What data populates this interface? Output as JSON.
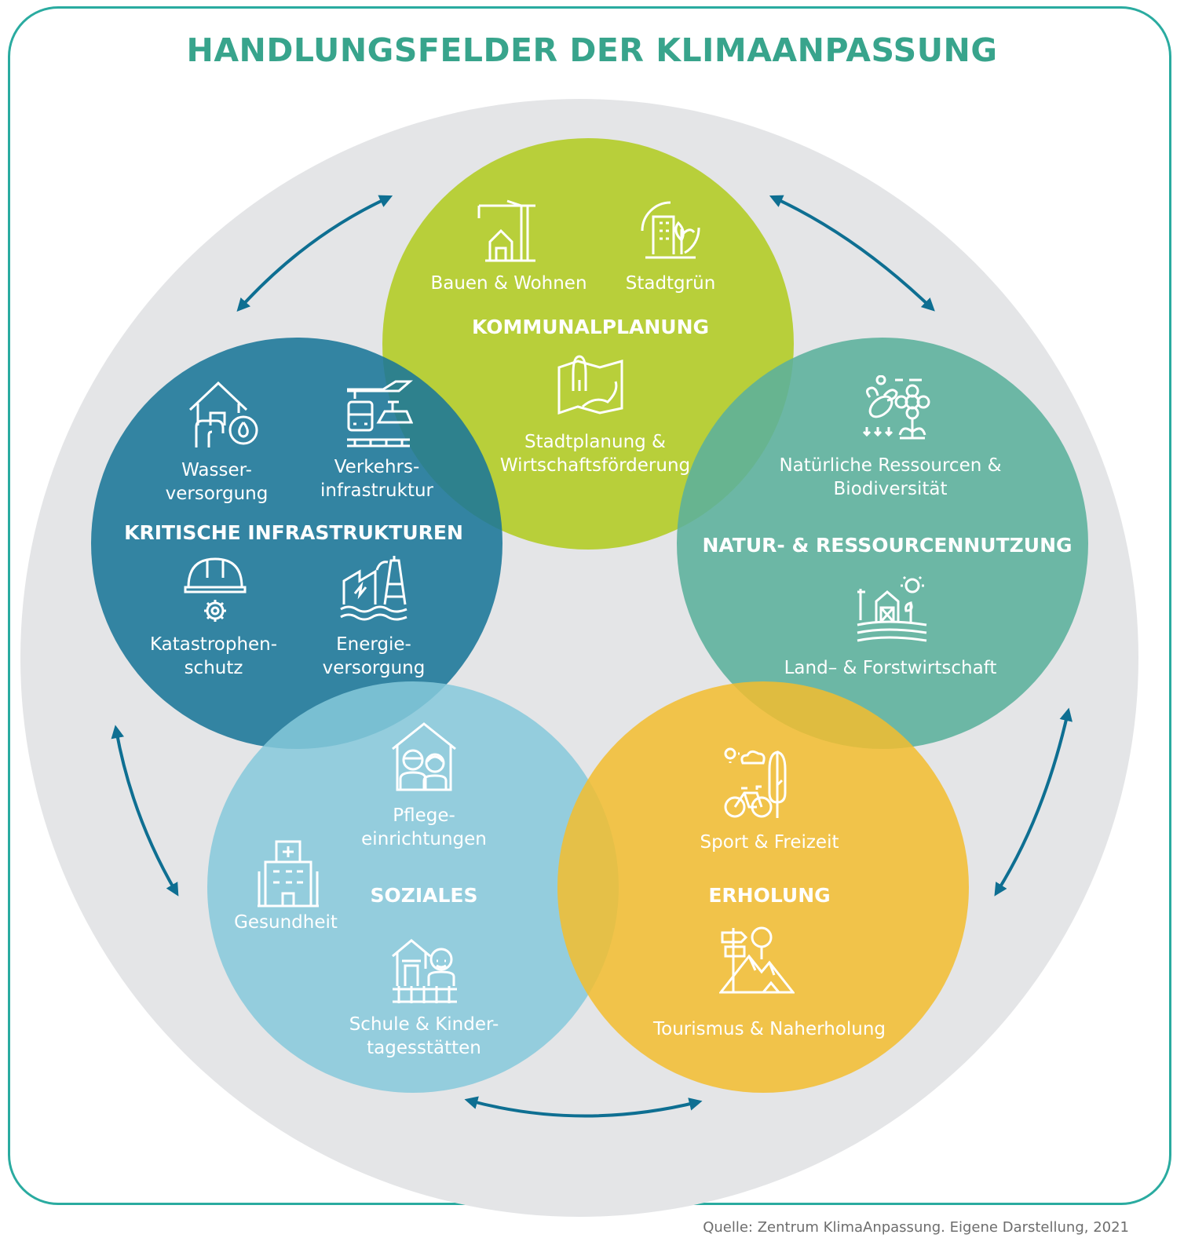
{
  "title": "HANDLUNGSFELDER DER KLIMAANPASSUNG",
  "source": "Quelle: Zentrum KlimaAnpassung. Eigene Darstellung, 2021",
  "colors": {
    "frame": "#2aaba0",
    "title": "#38a48c",
    "background_disc": "#e4e5e7",
    "arrow": "#0e6f92",
    "kommunalplanung": "#b5cd2c",
    "kritische_infrastrukturen": "#1a7699",
    "natur_ressourcennutzung": "#5bb09c",
    "soziales": "#86c9da",
    "erholung": "#f3bd2e"
  },
  "groups": {
    "kommunalplanung": {
      "heading": "KOMMUNALPLANUNG",
      "items": [
        {
          "label": "Bauen & Wohnen",
          "icon": "crane-house-icon"
        },
        {
          "label": "Stadtgrün",
          "icon": "green-building-icon"
        },
        {
          "label": "Stadtplanung &\nWirtschaftsförderung",
          "icon": "city-plan-map-icon"
        }
      ]
    },
    "kritische_infrastrukturen": {
      "heading": "KRITISCHE INFRASTRUKTUREN",
      "items": [
        {
          "label": "Wasser-\nversorgung",
          "icon": "house-water-pipe-icon"
        },
        {
          "label": "Verkehrs-\ninfrastruktur",
          "icon": "transport-modes-icon"
        },
        {
          "label": "Katastrophen-\nschutz",
          "icon": "helmet-gear-icon"
        },
        {
          "label": "Energie-\nversorgung",
          "icon": "power-plant-icon"
        }
      ]
    },
    "natur_ressourcennutzung": {
      "heading": "NATUR- & RESSOURCENNUTZUNG",
      "items": [
        {
          "label": "Natürliche Ressourcen &\nBiodiversität",
          "icon": "bee-flower-icon"
        },
        {
          "label": "Land– & Forstwirtschaft",
          "icon": "farm-barn-icon"
        }
      ]
    },
    "soziales": {
      "heading": "SOZIALES",
      "items": [
        {
          "label": "Pflege-\neinrichtungen",
          "icon": "elderly-home-icon"
        },
        {
          "label": "Gesundheit",
          "icon": "hospital-icon"
        },
        {
          "label": "Schule & Kinder-\ntagesstätten",
          "icon": "school-child-icon"
        }
      ]
    },
    "erholung": {
      "heading": "ERHOLUNG",
      "items": [
        {
          "label": "Sport & Freizeit",
          "icon": "bicycle-tree-icon"
        },
        {
          "label": "Tourismus & Naherholung",
          "icon": "mountain-signpost-icon"
        }
      ]
    }
  }
}
